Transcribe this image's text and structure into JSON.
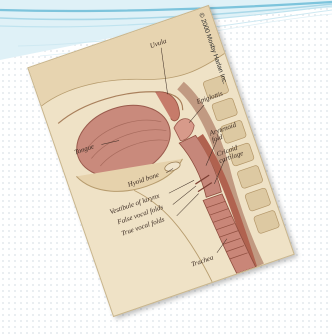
{
  "copyright": "© 2000 Mosby Harlan Inc.",
  "labels": {
    "uvula": "Uvula",
    "tongue": "Tongue",
    "epiglottis": "Epiglottis",
    "arytenoid_fold": "Arytenoid fold",
    "cricoid_cartilage": "Cricoid cartilage",
    "hyoid_bone": "Hyoid bone",
    "vestibule_of_larynx": "Vestibule of larynx",
    "false_vocal_folds": "False vocal folds",
    "true_vocal_folds": "True vocal folds",
    "trachea": "Trachea"
  }
}
